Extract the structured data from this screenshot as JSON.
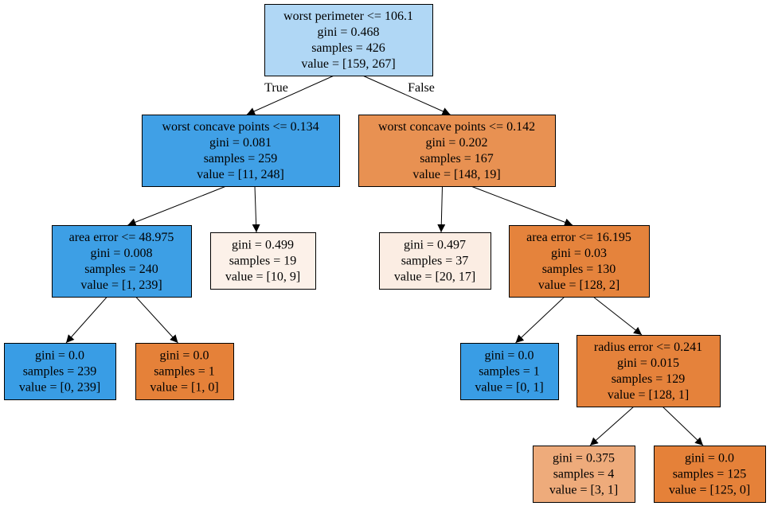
{
  "tree": {
    "nodes": [
      {
        "id": "n0",
        "fill": "#b0d7f5",
        "lines": [
          "worst perimeter <= 106.1",
          "gini = 0.468",
          "samples = 426",
          "value = [159, 267]"
        ]
      },
      {
        "id": "n1",
        "fill": "#40a0e6",
        "lines": [
          "worst concave points <= 0.134",
          "gini = 0.081",
          "samples = 259",
          "value = [11, 248]"
        ]
      },
      {
        "id": "n2",
        "fill": "#3d9fe5",
        "lines": [
          "area error <= 48.975",
          "gini = 0.008",
          "samples = 240",
          "value = [1, 239]"
        ]
      },
      {
        "id": "n3",
        "fill": "#399de5",
        "lines": [
          "gini = 0.0",
          "samples = 239",
          "value = [0, 239]"
        ]
      },
      {
        "id": "n4",
        "fill": "#e58139",
        "lines": [
          "gini = 0.0",
          "samples = 1",
          "value = [1, 0]"
        ]
      },
      {
        "id": "n5",
        "fill": "#fcf1e9",
        "lines": [
          "gini = 0.499",
          "samples = 19",
          "value = [10, 9]"
        ]
      },
      {
        "id": "n6",
        "fill": "#e89152",
        "lines": [
          "worst concave points <= 0.142",
          "gini = 0.202",
          "samples = 167",
          "value = [148, 19]"
        ]
      },
      {
        "id": "n7",
        "fill": "#fbede3",
        "lines": [
          "gini = 0.497",
          "samples = 37",
          "value = [20, 17]"
        ]
      },
      {
        "id": "n8",
        "fill": "#e5833c",
        "lines": [
          "area error <= 16.195",
          "gini = 0.03",
          "samples = 130",
          "value = [128, 2]"
        ]
      },
      {
        "id": "n9",
        "fill": "#399de5",
        "lines": [
          "gini = 0.0",
          "samples = 1",
          "value = [0, 1]"
        ]
      },
      {
        "id": "n10",
        "fill": "#e5823b",
        "lines": [
          "radius error <= 0.241",
          "gini = 0.015",
          "samples = 129",
          "value = [128, 1]"
        ]
      },
      {
        "id": "n11",
        "fill": "#eeab7b",
        "lines": [
          "gini = 0.375",
          "samples = 4",
          "value = [3, 1]"
        ]
      },
      {
        "id": "n12",
        "fill": "#e58139",
        "lines": [
          "gini = 0.0",
          "samples = 125",
          "value = [125, 0]"
        ]
      }
    ],
    "edges": [
      {
        "from": "n0",
        "to": "n1",
        "label": "True"
      },
      {
        "from": "n0",
        "to": "n6",
        "label": "False"
      },
      {
        "from": "n1",
        "to": "n2"
      },
      {
        "from": "n1",
        "to": "n5"
      },
      {
        "from": "n2",
        "to": "n3"
      },
      {
        "from": "n2",
        "to": "n4"
      },
      {
        "from": "n6",
        "to": "n7"
      },
      {
        "from": "n6",
        "to": "n8"
      },
      {
        "from": "n8",
        "to": "n9"
      },
      {
        "from": "n8",
        "to": "n10"
      },
      {
        "from": "n10",
        "to": "n11"
      },
      {
        "from": "n10",
        "to": "n12"
      }
    ]
  }
}
